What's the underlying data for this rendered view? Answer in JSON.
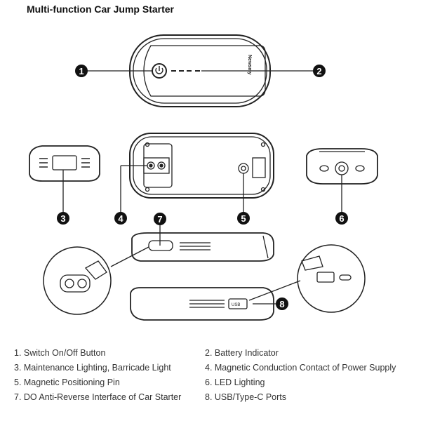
{
  "title": "Multi-function Car Jump Starter",
  "brand_logo": "Newsmy纽曼",
  "markers": [
    "1",
    "2",
    "3",
    "4",
    "5",
    "6",
    "7",
    "8"
  ],
  "port_labels": {
    "usb": "USB"
  },
  "legend": [
    "1. Switch On/Off Button",
    "2. Battery Indicator",
    "3. Maintenance Lighting, Barricade Light",
    "4. Magnetic Conduction Contact of Power Supply",
    "5. Magnetic Positioning Pin",
    "6. LED Lighting",
    "7. DO Anti-Reverse Interface of Car Starter",
    "8. USB/Type-C Ports"
  ]
}
